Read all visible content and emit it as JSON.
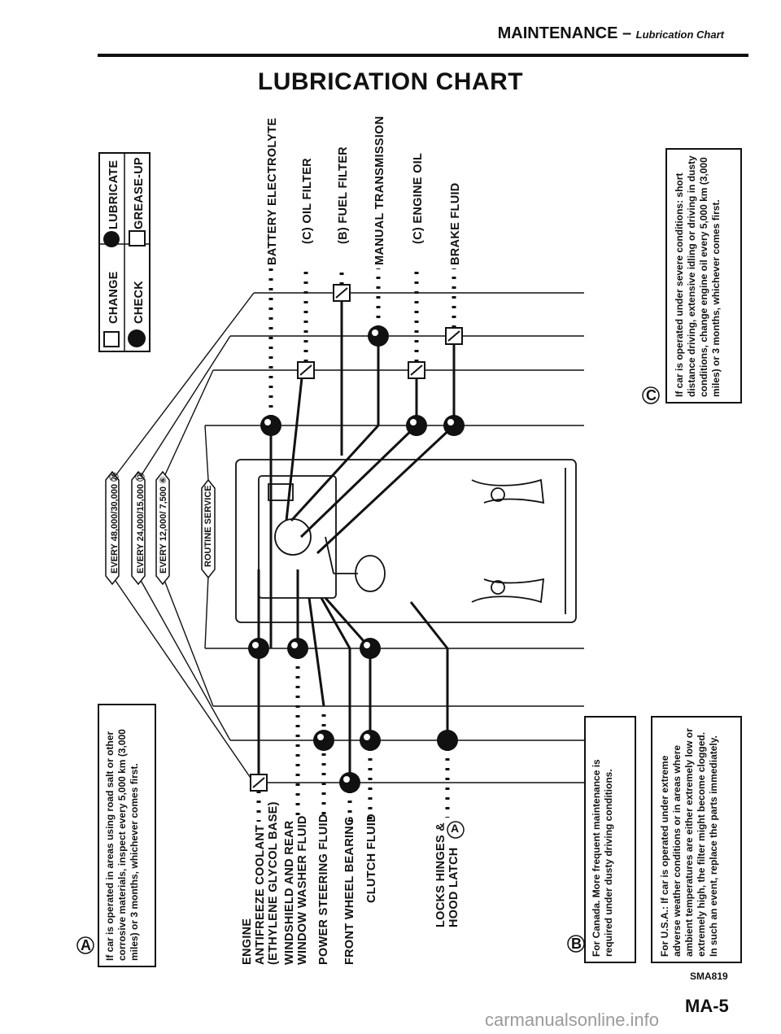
{
  "header": {
    "section": "MAINTENANCE –",
    "subsection": "Lubrication Chart"
  },
  "title": "LUBRICATION CHART",
  "legend": {
    "change": "CHANGE",
    "lubricate": "LUBRICATE",
    "check": "CHECK",
    "grease_up": "GREASE-UP",
    "icons": [
      "change-can-icon",
      "lubricate-drop-icon",
      "check-eye-icon",
      "grease-gun-icon"
    ]
  },
  "intervals": {
    "i1": "EVERY 48,000/30,000",
    "i1_mark": "㉔",
    "i2": "EVERY 24,000/15,000",
    "i2_mark": "⑫",
    "i3": "EVERY 12,000/ 7,500",
    "i3_mark": "⑥",
    "routine": "ROUTINE SERVICE"
  },
  "items_left": {
    "engine": "ENGINE",
    "coolant": "ANTIFREEZE COOLANT",
    "glycol": "(ETHYLENE GLYCOL BASE)",
    "windshield1": "WINDSHIELD AND REAR",
    "windshield2": "WINDOW WASHER FLUID",
    "power_steering": "POWER STEERING FLUID",
    "wheel_bearing": "FRONT WHEEL BEARING",
    "clutch": "CLUTCH FLUID",
    "locks1": "LOCKS HINGES &",
    "locks2": "HOOD LATCH"
  },
  "items_right": {
    "battery": "BATTERY ELECTROLYTE",
    "oil_filter": "OIL FILTER",
    "fuel_filter": "FUEL FILTER",
    "manual_trans": "MANUAL TRANSMISSION",
    "engine_oil": "ENGINE OIL",
    "brake_fluid": "BRAKE FLUID"
  },
  "markers": {
    "a": "A",
    "b": "B",
    "c": "C"
  },
  "notes": {
    "a": "If car is operated in areas using road salt or other corrosive materials, inspect every 5,000 km (3,000 miles) or 3 months, whichever comes first.",
    "b_canada": "For Canada. More frequent maintenance is required under dusty driving conditions.",
    "b_usa": "For U.S.A.: If car is operated under extreme adverse weather conditions or in areas where ambient temperatures are either extremely low or extremely high, the filter might become clogged. In such an event, replace the parts immediately.",
    "c": "If car is operated under severe conditions: short distance driving, extensive idling or driving in dusty conditions, change engine oil every 5,000 km (3,000 miles) or 3 months, whichever comes first."
  },
  "footer": {
    "code": "SMA819",
    "page": "MA-5",
    "watermark": "carmanualsonline.info"
  }
}
